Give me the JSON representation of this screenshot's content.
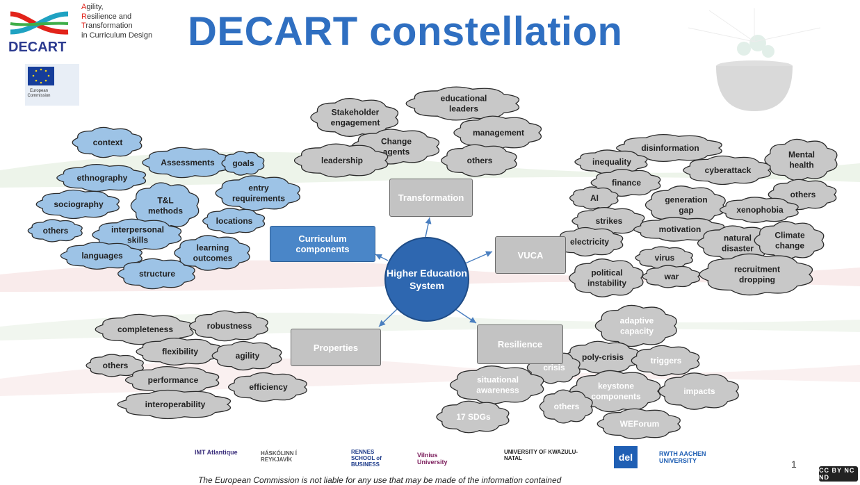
{
  "header": {
    "title": "DECART constellation",
    "brand_name": "DECART",
    "brand_lines": [
      {
        "initial": "A",
        "rest": "gility,"
      },
      {
        "initial": "R",
        "rest": "esilience and"
      },
      {
        "initial": "T",
        "rest": "ransformation"
      },
      {
        "initial": "",
        "rest": "in Curriculum Design"
      }
    ],
    "ec_label": "European Commission"
  },
  "hub": {
    "label": "Higher Education System"
  },
  "topics": [
    {
      "id": "transformation",
      "label": "Transformation",
      "style": "grey"
    },
    {
      "id": "curriculum",
      "label": "Curriculum components",
      "style": "blue"
    },
    {
      "id": "vuca",
      "label": "VUCA",
      "style": "grey"
    },
    {
      "id": "properties",
      "label": "Properties",
      "style": "grey"
    },
    {
      "id": "resilience",
      "label": "Resilience",
      "style": "grey"
    }
  ],
  "clouds": {
    "curriculum": [
      "context",
      "Assessments",
      "goals",
      "ethnography",
      "entry requirements",
      "T&L methods",
      "sociography",
      "locations",
      "others",
      "interpersonal skills",
      "learning outcomes",
      "languages",
      "structure"
    ],
    "transformation": [
      "Stakeholder engagement",
      "educational leaders",
      "management",
      "Change agents",
      "leadership",
      "others"
    ],
    "vuca": [
      "disinformation",
      "inequality",
      "cyberattack",
      "Mental health",
      "finance",
      "others",
      "AI",
      "generation gap",
      "xenophobia",
      "strikes",
      "motivation",
      "electricity",
      "natural disaster",
      "Climate change",
      "virus",
      "political instability",
      "war",
      "recruitment dropping"
    ],
    "properties": [
      "completeness",
      "robustness",
      "flexibility",
      "agility",
      "others",
      "performance",
      "efficiency",
      "interoperability"
    ],
    "resilience": [
      "adaptive capacity",
      "poly-crisis",
      "triggers",
      "crisis",
      "situational awareness",
      "keystone components",
      "impacts",
      "others",
      "17 SDGs",
      "WEForum"
    ]
  },
  "partners": [
    "IMT Atlantique",
    "HÁSKÓLINN Í REYKJAVÍK",
    "RENNES SCHOOL of BUSINESS",
    "Vilnius University",
    "UNIVERSITY OF KWAZULU-NATAL",
    "del",
    "RWTH AACHEN UNIVERSITY"
  ],
  "footer": {
    "disclaimer": "The European Commission is not liable for any use that may be made of the information contained",
    "page_number": "1",
    "license": "CC BY NC ND"
  },
  "colors": {
    "title": "#2f6fc1",
    "blue_cloud": "#9dc3e6",
    "grey_cloud": "#c8c8c8",
    "hub": "#2e67b0"
  }
}
